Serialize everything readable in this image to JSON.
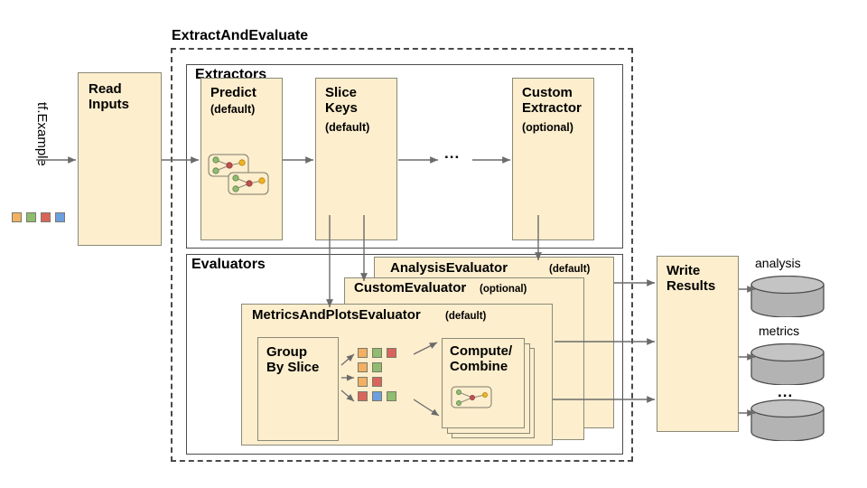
{
  "diagram": {
    "title_top": "ExtractAndEvaluate",
    "input_label": "tf.Example",
    "groups": {
      "extractors": "Extractors",
      "evaluators": "Evaluators"
    },
    "stages": {
      "read_inputs": "Read\nInputs",
      "write_results": "Write\nResults"
    },
    "extractors": [
      {
        "name": "Predict",
        "qualifier": "(default)",
        "icon": "model-graph-icon"
      },
      {
        "name": "Slice\nKeys",
        "qualifier": "(default)",
        "icon": ""
      },
      {
        "name": "Custom\nExtractor",
        "qualifier": "(optional)",
        "icon": ""
      }
    ],
    "extractor_ellipsis": "...",
    "evaluators": [
      {
        "name": "AnalysisEvaluator",
        "qualifier": "(default)"
      },
      {
        "name": "CustomEvaluator",
        "qualifier": "(optional)"
      },
      {
        "name": "MetricsAndPlotsEvaluator",
        "qualifier": "(default)"
      }
    ],
    "metrics_inner": {
      "group_by_slice": "Group\nBy Slice",
      "compute_combine": "Compute/\nCombine",
      "compute_icon": "model-graph-icon"
    },
    "slice_grid": [
      [
        "orange",
        "green",
        "red"
      ],
      [
        "orange",
        "green"
      ],
      [
        "orange",
        "red"
      ],
      [
        "red",
        "blue",
        "green"
      ]
    ],
    "input_swatches": [
      "orange",
      "green",
      "red",
      "blue"
    ],
    "outputs": [
      {
        "label": "analysis",
        "shape": "cylinder-icon"
      },
      {
        "label": "metrics",
        "shape": "cylinder-icon"
      },
      {
        "label": "...",
        "shape": "cylinder-icon"
      }
    ]
  },
  "colors": {
    "box_fill": "#fdeecd",
    "box_stroke": "#8a8a78",
    "group_stroke": "#4d4d4d",
    "dashed_stroke": "#4a4a4a",
    "arrow": "#6b6b6b",
    "cylinder_fill": "#b3b3b3",
    "cylinder_top": "#c4c4c4",
    "orange": "#f2b063",
    "green": "#8fbc70",
    "red": "#d9645c",
    "blue": "#6c9fe0",
    "text": "#000000"
  }
}
